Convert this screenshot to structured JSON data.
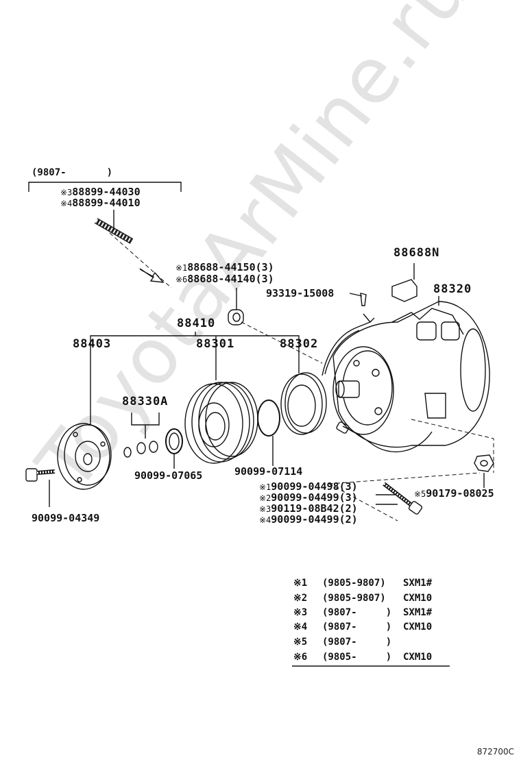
{
  "watermark": "ToyotaArMine.ru",
  "reference": "872700C",
  "labels": {
    "top_bracket": "(9807-       )",
    "stud_3": "88899-44030",
    "stud_4": "88899-44010",
    "m1": "※1",
    "m3": "※3",
    "m4": "※4",
    "m5": "※5",
    "m6": "※6",
    "m2": "※2",
    "pulley_1": "88688-44150(3)",
    "pulley_6": "88688-44140(3)",
    "p88688N": "88688N",
    "p93319": "93319-15008",
    "p88320": "88320",
    "p88410": "88410",
    "p88403": "88403",
    "p88301": "88301",
    "p88302": "88302",
    "p88330A": "88330A",
    "p90099_07065": "90099-07065",
    "p90099_07114": "90099-07114",
    "p90099_04349": "90099-04349",
    "p90179": "90179-08025",
    "b1": "90099-04498(3)",
    "b2": "90099-04499(3)",
    "b3": "90119-08B42(2)",
    "b4": "90099-04499(2)"
  },
  "legend": [
    {
      "mark": "※1",
      "range": "(9805-9807)",
      "model": "SXM1#"
    },
    {
      "mark": "※2",
      "range": "(9805-9807)",
      "model": "CXM10"
    },
    {
      "mark": "※3",
      "range": "(9807-     )",
      "model": "SXM1#"
    },
    {
      "mark": "※4",
      "range": "(9807-     )",
      "model": "CXM10"
    },
    {
      "mark": "※5",
      "range": "(9807-     )",
      "model": ""
    },
    {
      "mark": "※6",
      "range": "(9805-     )",
      "model": "CXM10"
    }
  ]
}
